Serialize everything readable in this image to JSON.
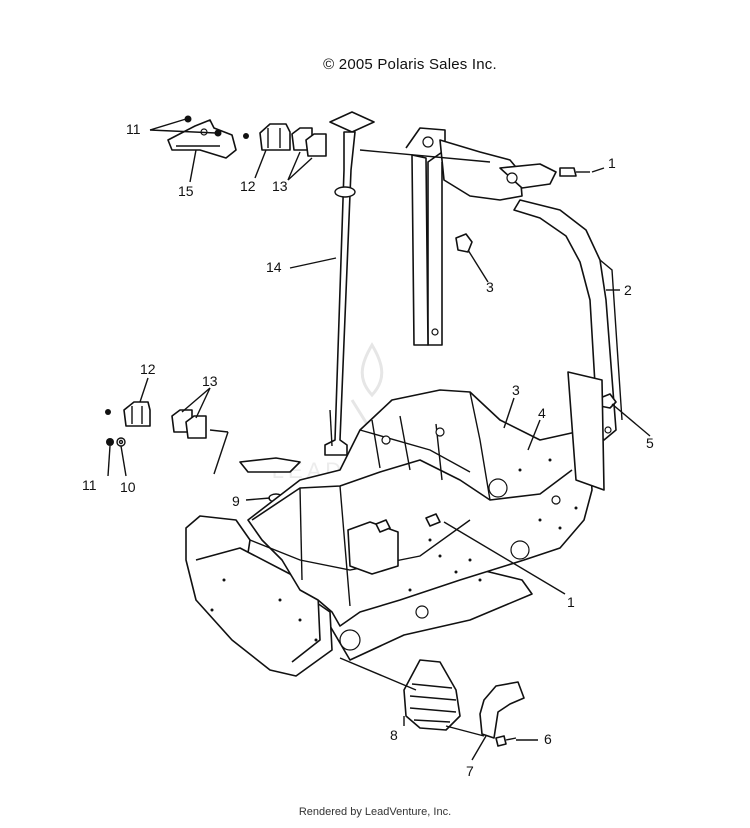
{
  "header": {
    "copyright": "© 2005 Polaris Sales Inc."
  },
  "footer": {
    "rendered_by": "Rendered by LeadVenture, Inc."
  },
  "watermark": {
    "text": "LEADVENTURE"
  },
  "callouts": [
    {
      "id": "c1a",
      "text": "1"
    },
    {
      "id": "c1b",
      "text": "1"
    },
    {
      "id": "c2",
      "text": "2"
    },
    {
      "id": "c3a",
      "text": "3"
    },
    {
      "id": "c3b",
      "text": "3"
    },
    {
      "id": "c4",
      "text": "4"
    },
    {
      "id": "c5",
      "text": "5"
    },
    {
      "id": "c6",
      "text": "6"
    },
    {
      "id": "c7",
      "text": "7"
    },
    {
      "id": "c8",
      "text": "8"
    },
    {
      "id": "c9",
      "text": "9"
    },
    {
      "id": "c10",
      "text": "10"
    },
    {
      "id": "c11a",
      "text": "11"
    },
    {
      "id": "c11b",
      "text": "11"
    },
    {
      "id": "c12a",
      "text": "12"
    },
    {
      "id": "c12b",
      "text": "12"
    },
    {
      "id": "c13a",
      "text": "13"
    },
    {
      "id": "c13b",
      "text": "13"
    },
    {
      "id": "c14",
      "text": "14"
    },
    {
      "id": "c15",
      "text": "15"
    }
  ]
}
